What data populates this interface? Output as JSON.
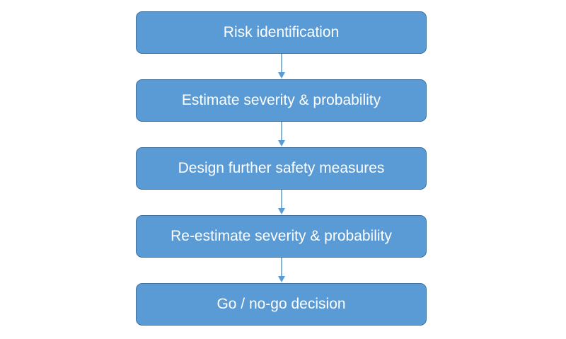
{
  "flowchart": {
    "steps": [
      {
        "label": "Risk identification"
      },
      {
        "label": "Estimate severity & probability"
      },
      {
        "label": "Design further safety measures"
      },
      {
        "label": "Re-estimate severity & probability"
      },
      {
        "label": "Go / no-go decision"
      }
    ],
    "colors": {
      "box_fill": "#5b9bd5",
      "box_border": "#41719c",
      "box_text": "#ffffff",
      "arrow": "#5b9bd5"
    }
  }
}
